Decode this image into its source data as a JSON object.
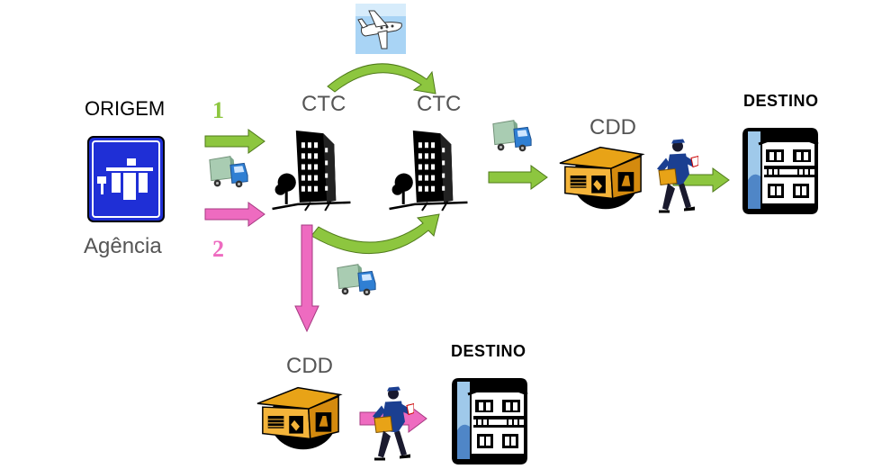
{
  "labels": {
    "origem": "ORIGEM",
    "agencia": "Agência",
    "route1": "1",
    "route2": "2",
    "ctc_left": "CTC",
    "ctc_right": "CTC",
    "cdd_top": "CDD",
    "cdd_bottom": "CDD",
    "destino_top": "DESTINO",
    "destino_bottom": "DESTINO"
  },
  "colors": {
    "route1": "#8dc63f",
    "route2": "#ee6bc0",
    "agency_blue": "#1f2fd6",
    "label_gray": "#555555"
  },
  "icons": [
    "agency-icon",
    "airplane-icon",
    "truck-icon",
    "building-icon",
    "warehouse-icon",
    "mail-carrier-icon",
    "house-icon"
  ]
}
